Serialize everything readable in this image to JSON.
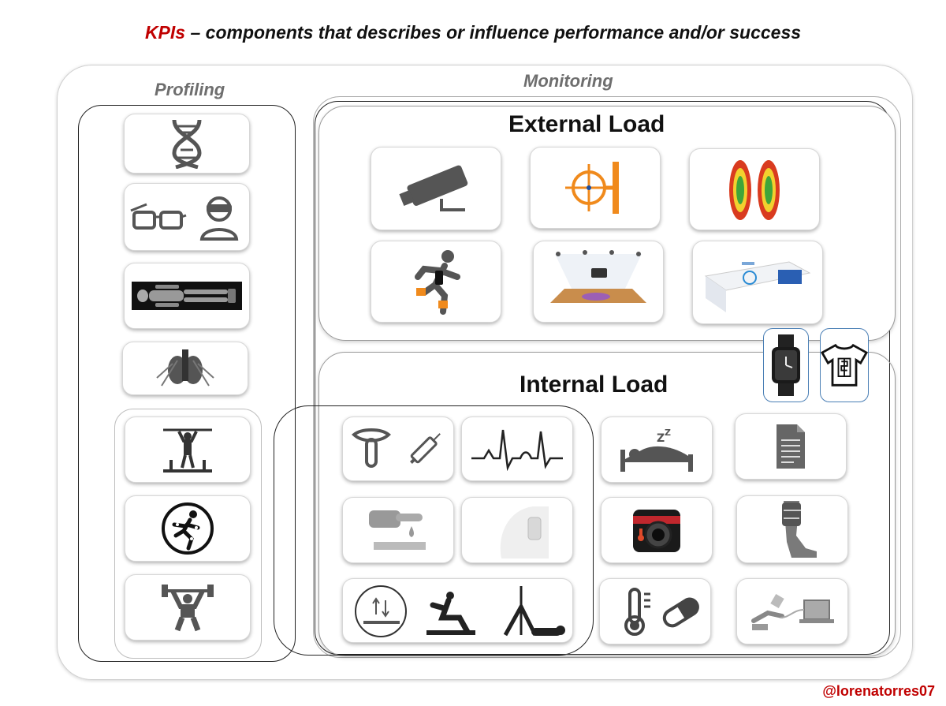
{
  "header": {
    "title_kpi": "KPIs",
    "title_rest": " – components that describes or influence performance and/or success"
  },
  "sections": {
    "profiling": "Profiling",
    "monitoring": "Monitoring",
    "external_load": "External Load",
    "internal_load": "Internal Load"
  },
  "footer": {
    "handle": "@lorenatorres07"
  },
  "icons": {
    "profiling": [
      "dna-icon",
      "glasses-and-vr-headset-icon",
      "body-scan-icon",
      "cardiovascular-anatomy-icon",
      "pull-up-bar-icon",
      "motion-capture-icon",
      "weightlifter-icon"
    ],
    "external": [
      "video-camera-icon",
      "force-target-icon",
      "foot-pressure-map-icon",
      "running-athlete-sensors-icon",
      "court-tracking-system-icon",
      "instrumented-lab-icon"
    ],
    "wearables": [
      "smartwatch-icon",
      "smart-shirt-icon"
    ],
    "internal": [
      "saliva-and-syringe-icon",
      "ecg-wave-icon",
      "finger-blood-drop-icon",
      "shoulder-patch-sensor-icon",
      "force-plate-and-tests-icon",
      "sleep-icon",
      "document-icon",
      "thermal-camera-icon",
      "leg-compression-icon",
      "thermometer-and-pill-icon",
      "emg-laptop-icon"
    ]
  },
  "colors": {
    "title_accent": "#c00000",
    "handle": "#c00000",
    "icon_dark": "#555555",
    "target_orange": "#f08a1c",
    "wearable_border": "#4a7fb5"
  }
}
